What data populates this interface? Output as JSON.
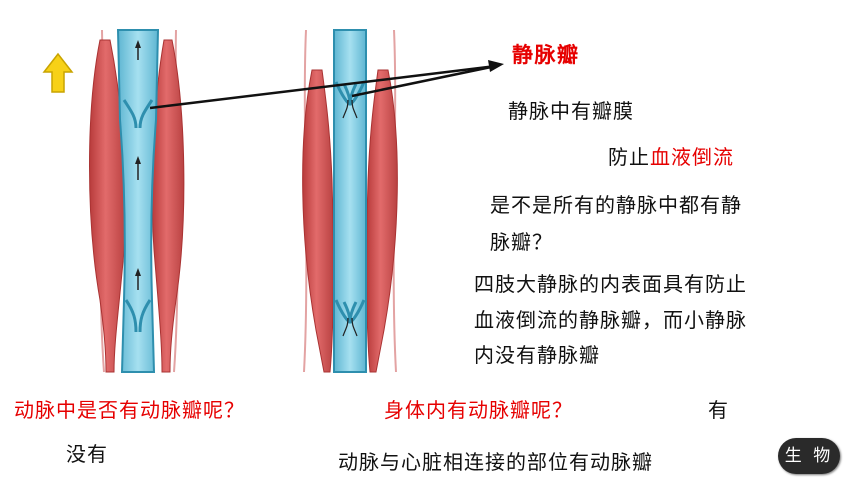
{
  "labels": {
    "valve_title": "静脉瓣",
    "valve_membrane": "静脉中有瓣膜",
    "prevent_prefix": "防止",
    "prevent_highlight": "血液倒流",
    "question_all_veins_line1": "是不是所有的静脉中都有静",
    "question_all_veins_line2": "脉瓣？",
    "answer_line1": "四肢大静脉的内表面具有防止",
    "answer_line2": "血液倒流的静脉瓣，而小静脉",
    "answer_line3": "内没有静脉瓣",
    "question_artery": "动脉中是否有动脉瓣呢？",
    "question_body": "身体内有动脉瓣呢？",
    "answer_body": "有",
    "answer_artery": "没有",
    "answer_heart": "动脉与心脏相连接的部位有动脉瓣"
  },
  "badge": {
    "text": "生 物"
  },
  "colors": {
    "red_text": "#e60000",
    "muscle": "#d95c5c",
    "vein": "#7ecde6",
    "vein_wall": "#2e8fae",
    "arrow_yellow": "#f7d117"
  },
  "icons": [
    "up-arrow-icon"
  ]
}
